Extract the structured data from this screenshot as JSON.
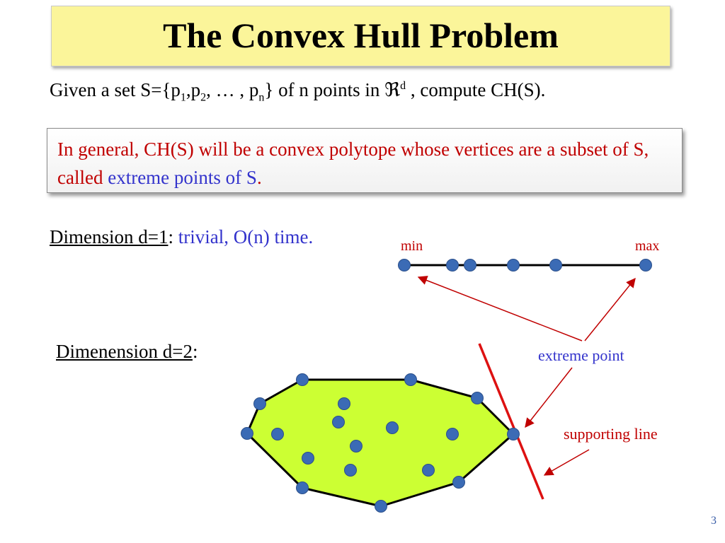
{
  "title": "The Convex Hull Problem",
  "given": {
    "prefix": "Given a set S={p",
    "sub1": "1",
    "mid1": ",p",
    "sub2": "2",
    "mid2": ", … , p",
    "subn": "n",
    "mid3": "} of n points in ",
    "reals": "ℜ",
    "sup_d": "d",
    "suffix": " , compute CH(S)."
  },
  "info": {
    "text": "In general, CH(S) will be a convex polytope whose vertices are a subset of S, called ",
    "highlight": "extreme points of S",
    "end": "."
  },
  "dimension1": {
    "label": "Dimension d=1",
    "colon": ": ",
    "desc": "trivial, O(n) time."
  },
  "dimension2": {
    "label": "Dimenension d=2",
    "colon": ":"
  },
  "diagram_labels": {
    "min": "min",
    "max": "max",
    "extreme_point": "extreme point",
    "supporting_line": "supporting line"
  },
  "colors": {
    "point": "#3b6bb5",
    "hull_fill": "#ccff33",
    "red": "#c00000",
    "blue_text": "#3333cc",
    "title_bg": "#fbf59a"
  },
  "page_number": "3"
}
